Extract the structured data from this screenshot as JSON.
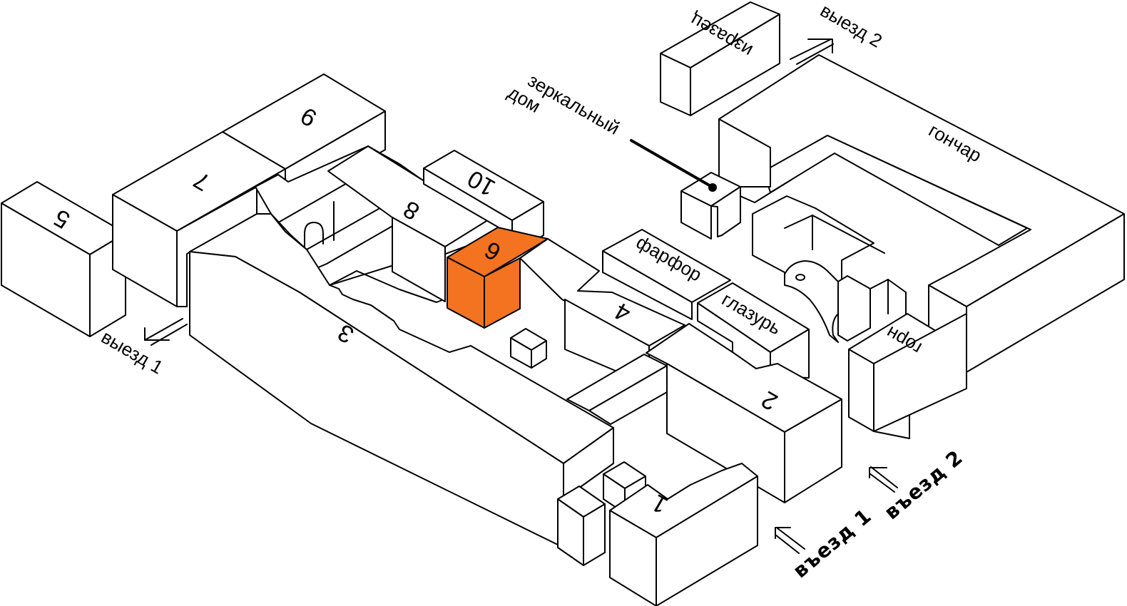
{
  "map": {
    "highlight_color": "#f37321",
    "highlighted_building": "6",
    "buildings": [
      {
        "id": "1",
        "label": "1"
      },
      {
        "id": "2",
        "label": "2"
      },
      {
        "id": "3",
        "label": "3"
      },
      {
        "id": "4",
        "label": "4"
      },
      {
        "id": "5",
        "label": "5"
      },
      {
        "id": "6",
        "label": "6"
      },
      {
        "id": "7",
        "label": "7"
      },
      {
        "id": "8",
        "label": "8"
      },
      {
        "id": "9",
        "label": "9"
      },
      {
        "id": "10",
        "label": "10"
      }
    ],
    "named_places": {
      "izrazets": "изразец",
      "goncharr": "гончар",
      "farfor": "фарфор",
      "glazur": "глазурь",
      "gorn": "горн",
      "mirror_house_line1": "зеркальный",
      "mirror_house_line2": "дом"
    },
    "exits": {
      "exit1": "выезд 1",
      "exit2": "выезд 2"
    },
    "entrances": {
      "entry1": "въезд 1",
      "entry2": "въезд 2"
    }
  }
}
